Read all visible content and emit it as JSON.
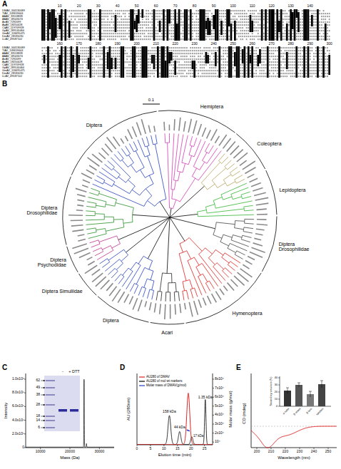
{
  "diagram": {
    "labels": [
      "A",
      "10",
      "20",
      "30",
      "40",
      "50",
      "60",
      "70",
      "80",
      "90",
      "100",
      "110",
      "120",
      "130",
      "140",
      "DMAV_344130089",
      "TIAV_149659644",
      "AAAV_33518839",
      "AAAV_18543074",
      "AeAV_7292099",
      "AgAV_18250428",
      "CqAV_119709928",
      "GpAV_289140464",
      "GmAV_118495475",
      "DmAV_28181090",
      "LLAV_49587102",
      "160",
      "170",
      "180",
      "190",
      "200",
      "210",
      "220",
      "230",
      "240",
      "250",
      "260",
      "270",
      "280",
      "290",
      "300",
      "DMAV_344130089",
      "TIAV_149659644",
      "AAAV_33518839",
      "AAAV_18543074",
      "AeAV_7292099",
      "AgAV_18250428",
      "CqAV_119709928",
      "GpAV_289140464",
      "GmAV_118495475",
      "DmAV_28181090",
      "LLAV_49587102",
      "B",
      "Hemiptera",
      "Coleoptera",
      "Lepidoptera",
      "Diptera Drosophilidae",
      "Hymenoptera",
      "Acari",
      "Diptera",
      "Diptera Simuliidae",
      "Diptera Psychodidae",
      "Diptera Drosophilidae",
      "Diptera",
      "0.1",
      "C",
      "Intensity",
      "1.0x10⁶",
      "8.0x10⁵",
      "6.0x10⁵",
      "4.0x10⁵",
      "2.0x10⁵",
      "0",
      "10000",
      "20000",
      "30000",
      "Mass (Da)",
      "-",
      "+ DTT",
      "62",
      "49",
      "38",
      "28",
      "18",
      "14",
      "6",
      "D",
      "AU (280nm)",
      "Molar mass (g/mol)",
      "8x10⁴",
      "7x10⁴",
      "6x10⁴",
      "5x10⁴",
      "4x10⁴",
      "3x10⁴",
      "2x10⁴",
      "10⁴",
      "0",
      "5",
      "10",
      "15",
      "20",
      "25",
      "Elution time (min)",
      "158 kDa",
      "44 kDa",
      "17 kDa",
      "1.35 kDa",
      "E",
      "CD (mdeg)",
      "200",
      "210",
      "220",
      "230",
      "240",
      "250",
      "Wavelength (nm)",
      "Secondary structure (%)",
      "40",
      "30",
      "20",
      "10",
      "0",
      "α-helix",
      "β-sheet",
      "β-turn",
      "random"
    ],
    "legend": [
      {
        "text": "AU280 of DMAV"
      },
      {
        "text": "AU280 of mol wt markers"
      },
      {
        "text": "Molar mass of DMAV(g/mol)"
      }
    ]
  }
}
